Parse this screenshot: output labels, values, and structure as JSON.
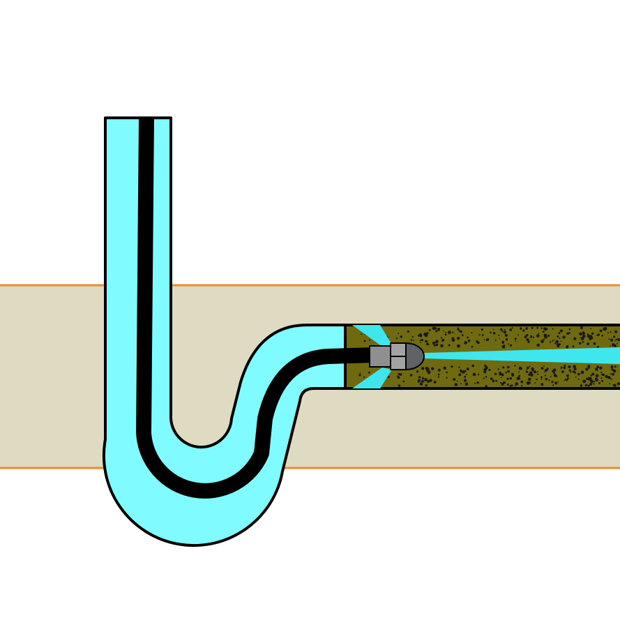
{
  "diagram": {
    "type": "drain-jetting-illustration",
    "colors": {
      "background": "#ffffff",
      "wall_band": "#dedbc2",
      "wall_edge": "#f08a2c",
      "pipe_water": "#80fbff",
      "pipe_outline": "#000000",
      "jet_hose": "#000000",
      "debris_fill": "#6f6a10",
      "debris_speck": "#1a1a1a",
      "water_spray": "#3fe6ee",
      "nozzle_body": "#8f8f8f",
      "nozzle_head": "#5e6466"
    },
    "parts": {
      "wall_band": "wall-band",
      "trap_pipe": "p-trap-pipe",
      "jetter_hose": "jetter-hose",
      "clogged_drain": "clogged-drain-line",
      "jet_nozzle": "jetter-nozzle",
      "forward_jet": "forward-water-jet",
      "rear_jets": "rear-water-jets"
    }
  }
}
